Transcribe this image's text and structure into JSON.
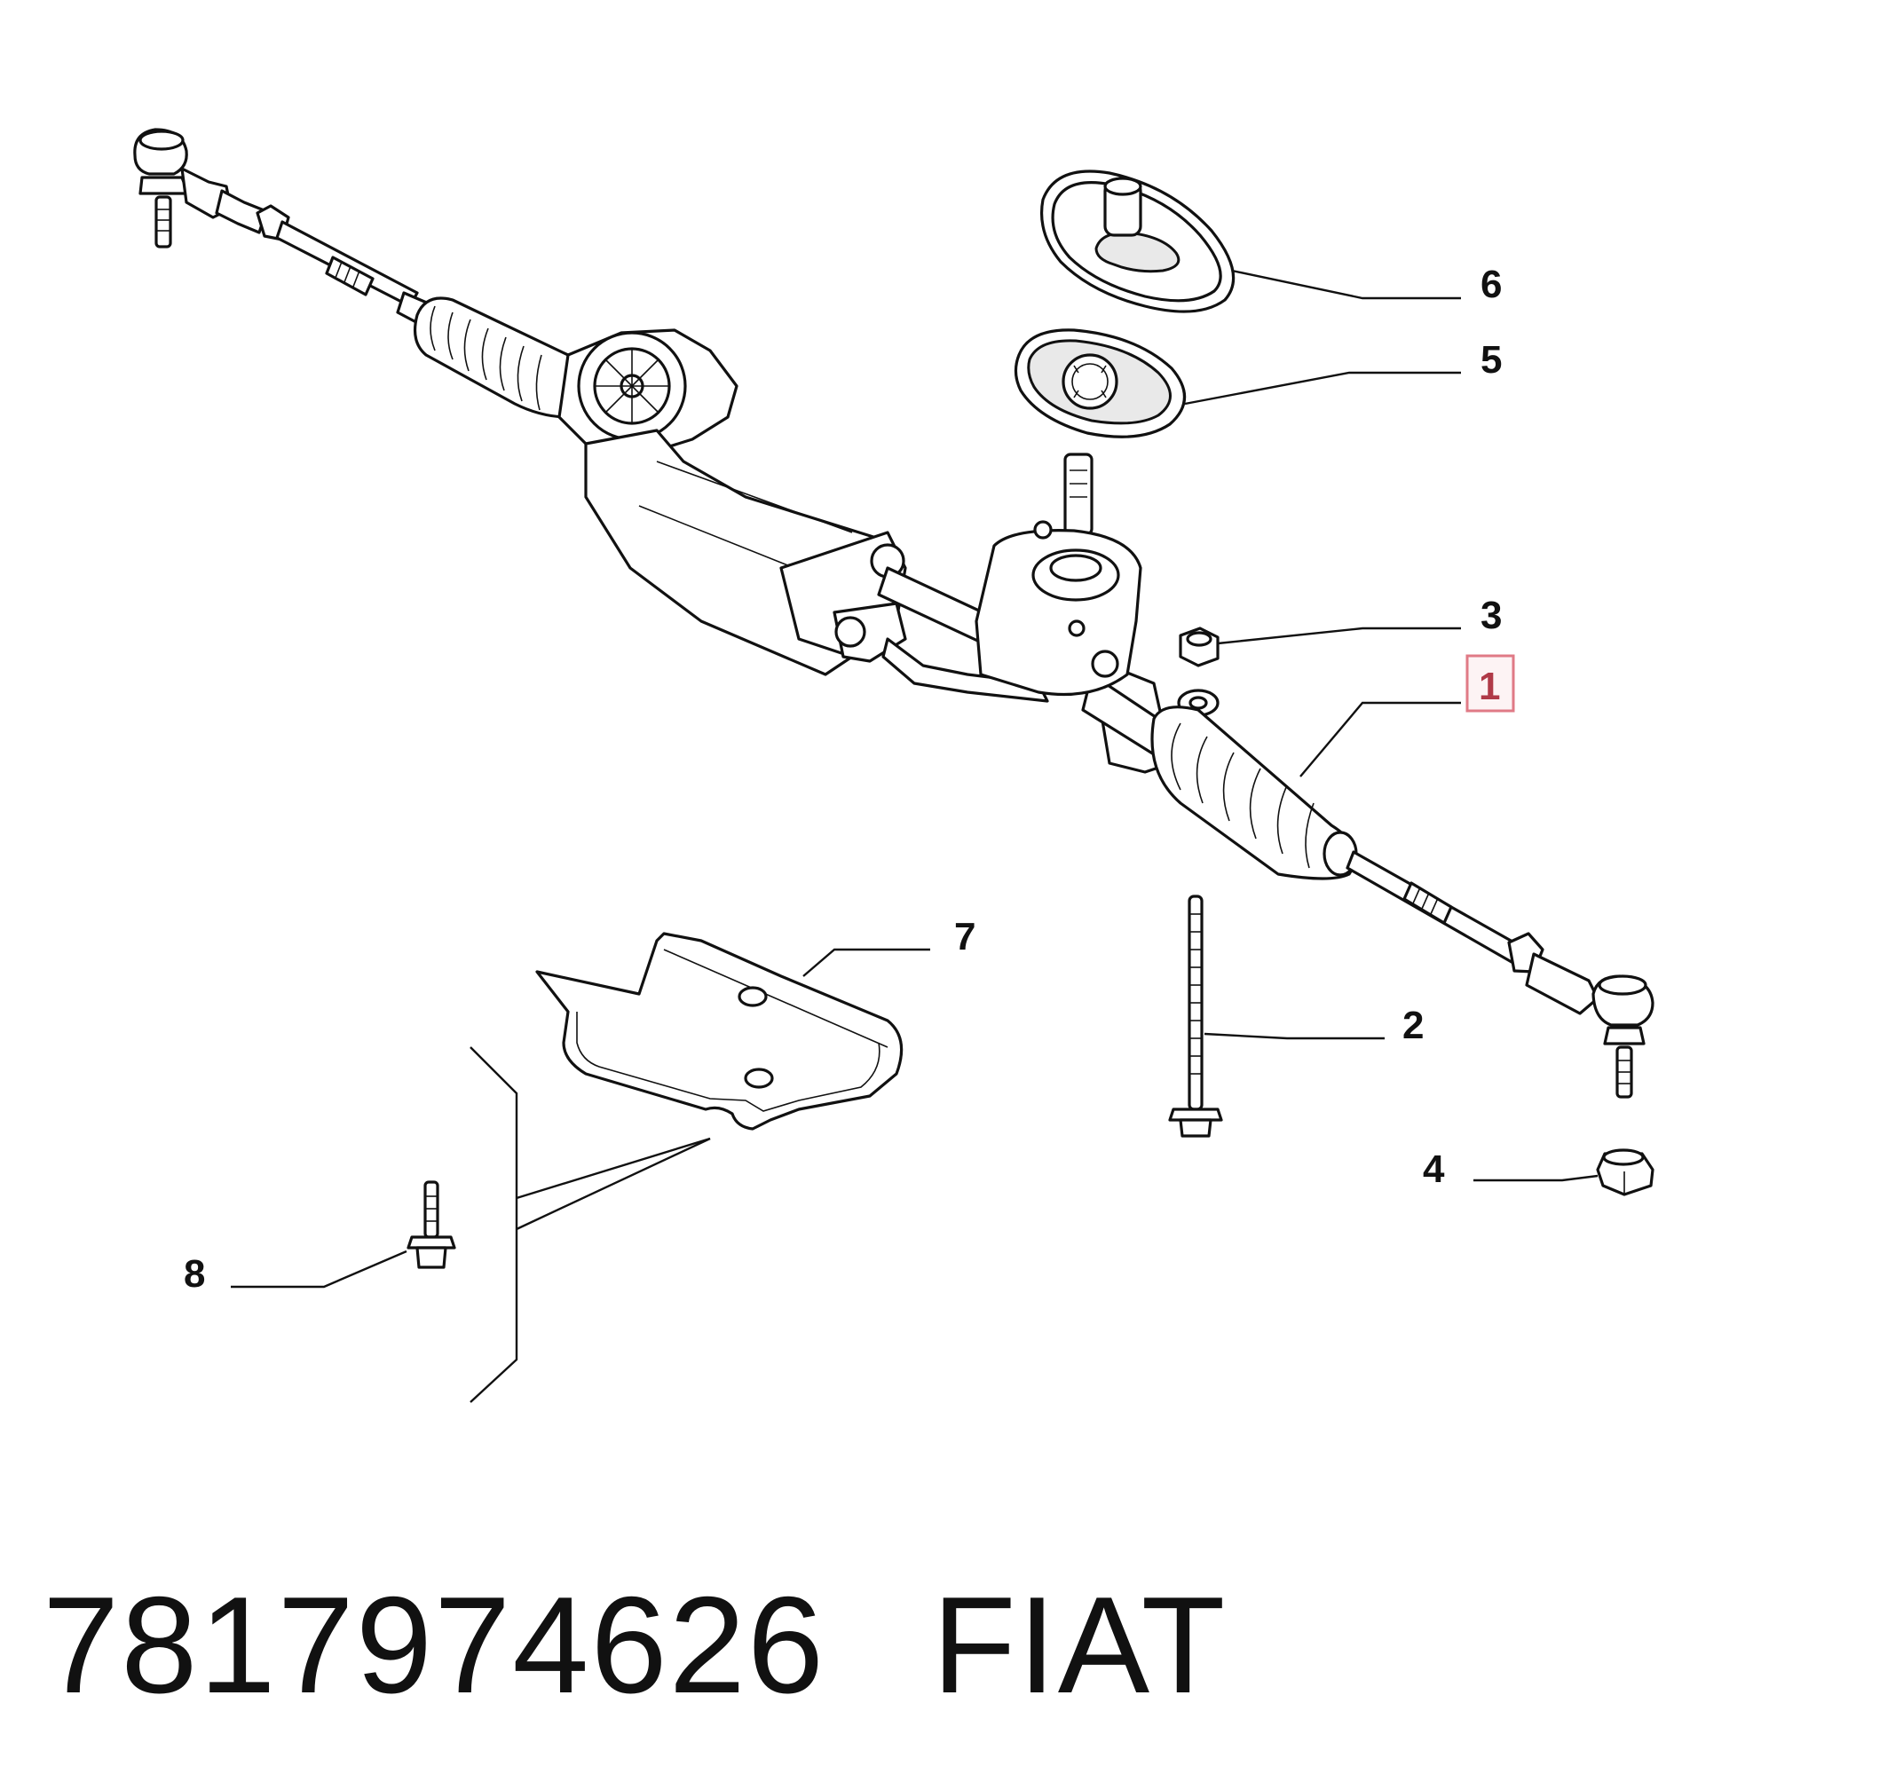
{
  "callouts": {
    "c1": "1",
    "c2": "2",
    "c3": "3",
    "c4": "4",
    "c5": "5",
    "c6": "6",
    "c7": "7",
    "c8": "8"
  },
  "highlighted_callout": "1",
  "colors": {
    "highlight_border": "#e07a86",
    "highlight_fill": "#fdf3f4",
    "highlight_text": "#b03a48",
    "line": "#111111",
    "background": "#ffffff"
  },
  "footer": {
    "part_number": "7817974626",
    "brand": "FIAT"
  }
}
